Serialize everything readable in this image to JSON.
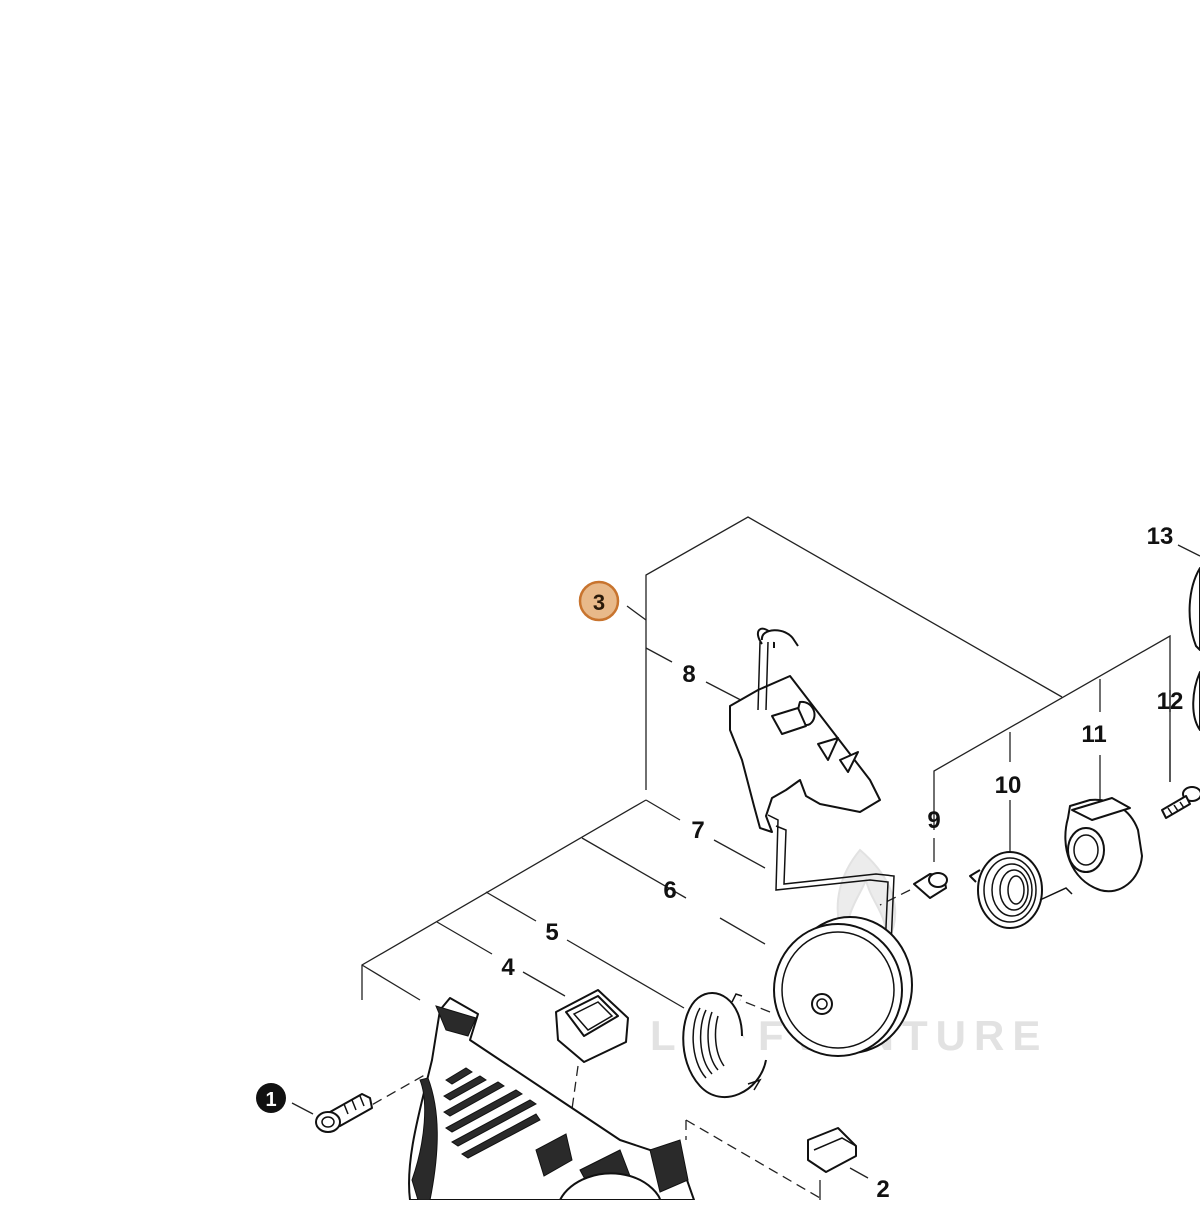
{
  "watermark": {
    "text": "LEAFVENTURE"
  },
  "colors": {
    "highlight_fill": "#E8B98A",
    "highlight_stroke": "#C8742E",
    "callout_dark": "#111111"
  },
  "callouts": {
    "c1": "1",
    "c2": "2",
    "c3": "3",
    "c4": "4",
    "c5": "5",
    "c6": "6",
    "c7": "7",
    "c8": "8",
    "c9": "9",
    "c10": "10",
    "c11": "11",
    "c12": "12",
    "c13": "13"
  },
  "parts": [
    {
      "callout": "1",
      "icon": "screw-icon"
    },
    {
      "callout": "2",
      "icon": "pawl-icon"
    },
    {
      "callout": "3",
      "icon": "starter-assembly-bracket",
      "highlighted": true
    },
    {
      "callout": "4",
      "icon": "bushing-icon"
    },
    {
      "callout": "5",
      "icon": "rewind-spring-icon"
    },
    {
      "callout": "6",
      "icon": "rope-rotor-icon"
    },
    {
      "callout": "7",
      "icon": "starter-rope-icon"
    },
    {
      "callout": "8",
      "icon": "starter-grip-icon"
    },
    {
      "callout": "9",
      "icon": "screw-icon"
    },
    {
      "callout": "10",
      "icon": "spring-icon"
    },
    {
      "callout": "11",
      "icon": "pawl-carrier-icon"
    },
    {
      "callout": "12",
      "icon": "screw-icon"
    },
    {
      "callout": "13",
      "icon": "fan-housing-icon"
    }
  ]
}
